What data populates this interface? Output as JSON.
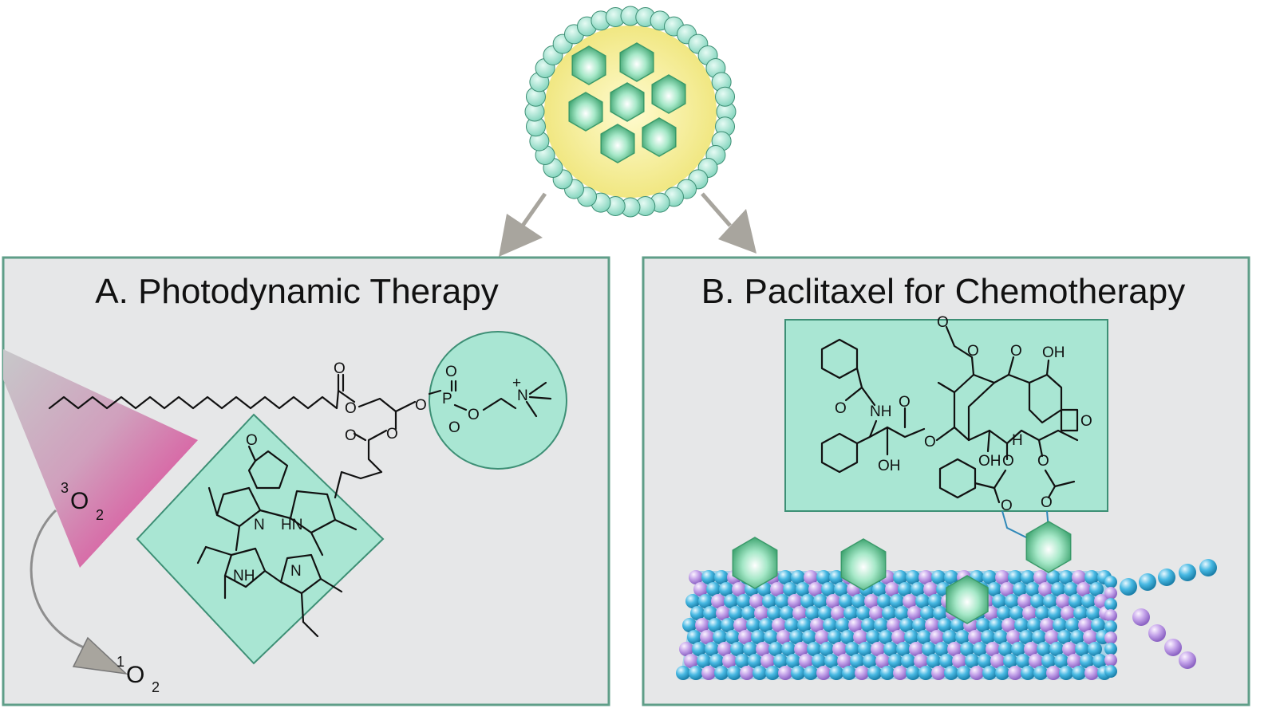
{
  "panels": {
    "a": {
      "title": "A. Photodynamic Therapy"
    },
    "b": {
      "title": "B. Paclitaxel for Chemotherapy"
    }
  },
  "pdt": {
    "oxygen_triplet": {
      "sup": "3",
      "base": "O",
      "sub": "2"
    },
    "oxygen_singlet": {
      "sup": "1",
      "base": "O",
      "sub": "2"
    },
    "atoms": {
      "pyrrole_n": "N",
      "pyrrole_hn": "HN",
      "pyrrole_nh": "NH",
      "pyrrole_n2": "N",
      "ketone_o": "O",
      "ester_o1": "O",
      "ester_o2": "O",
      "ester_o3": "O",
      "ester_o4": "O",
      "phos_p": "P",
      "phos_o1": "O",
      "phos_o2": "O",
      "phos_o3": "O",
      "phos_o4": "O",
      "amine_n": "N",
      "amine_charge": "+"
    }
  },
  "ptx": {
    "atoms": {
      "nh": "NH",
      "o_amide": "O",
      "o_ester": "O",
      "o_link": "O",
      "oh_side": "OH",
      "o_acetyl1": "O",
      "o_acetyl1b": "O",
      "o_ketone": "O",
      "oh_top": "OH",
      "oh_c1": "OH",
      "h": "H",
      "o_bz": "O",
      "o_bz2": "O",
      "o_ac2": "O",
      "o_ac2b": "O",
      "o_oxetane": "O"
    }
  },
  "colors": {
    "panel_bg": "#e6e7e8",
    "panel_border": "#5f9e88",
    "mint": "#a9e6d3",
    "mint_border": "#3d8f75",
    "core_yellow": "#f4f09a",
    "arrow_gray": "#a8a59e",
    "magenta": "#e0308f",
    "blue_bead": "#2fa8d8",
    "purple_bead": "#b58fe0"
  },
  "icons": [
    "micelle-icon",
    "drug-hexagon-icon",
    "light-cone-icon",
    "microtubule-icon"
  ]
}
